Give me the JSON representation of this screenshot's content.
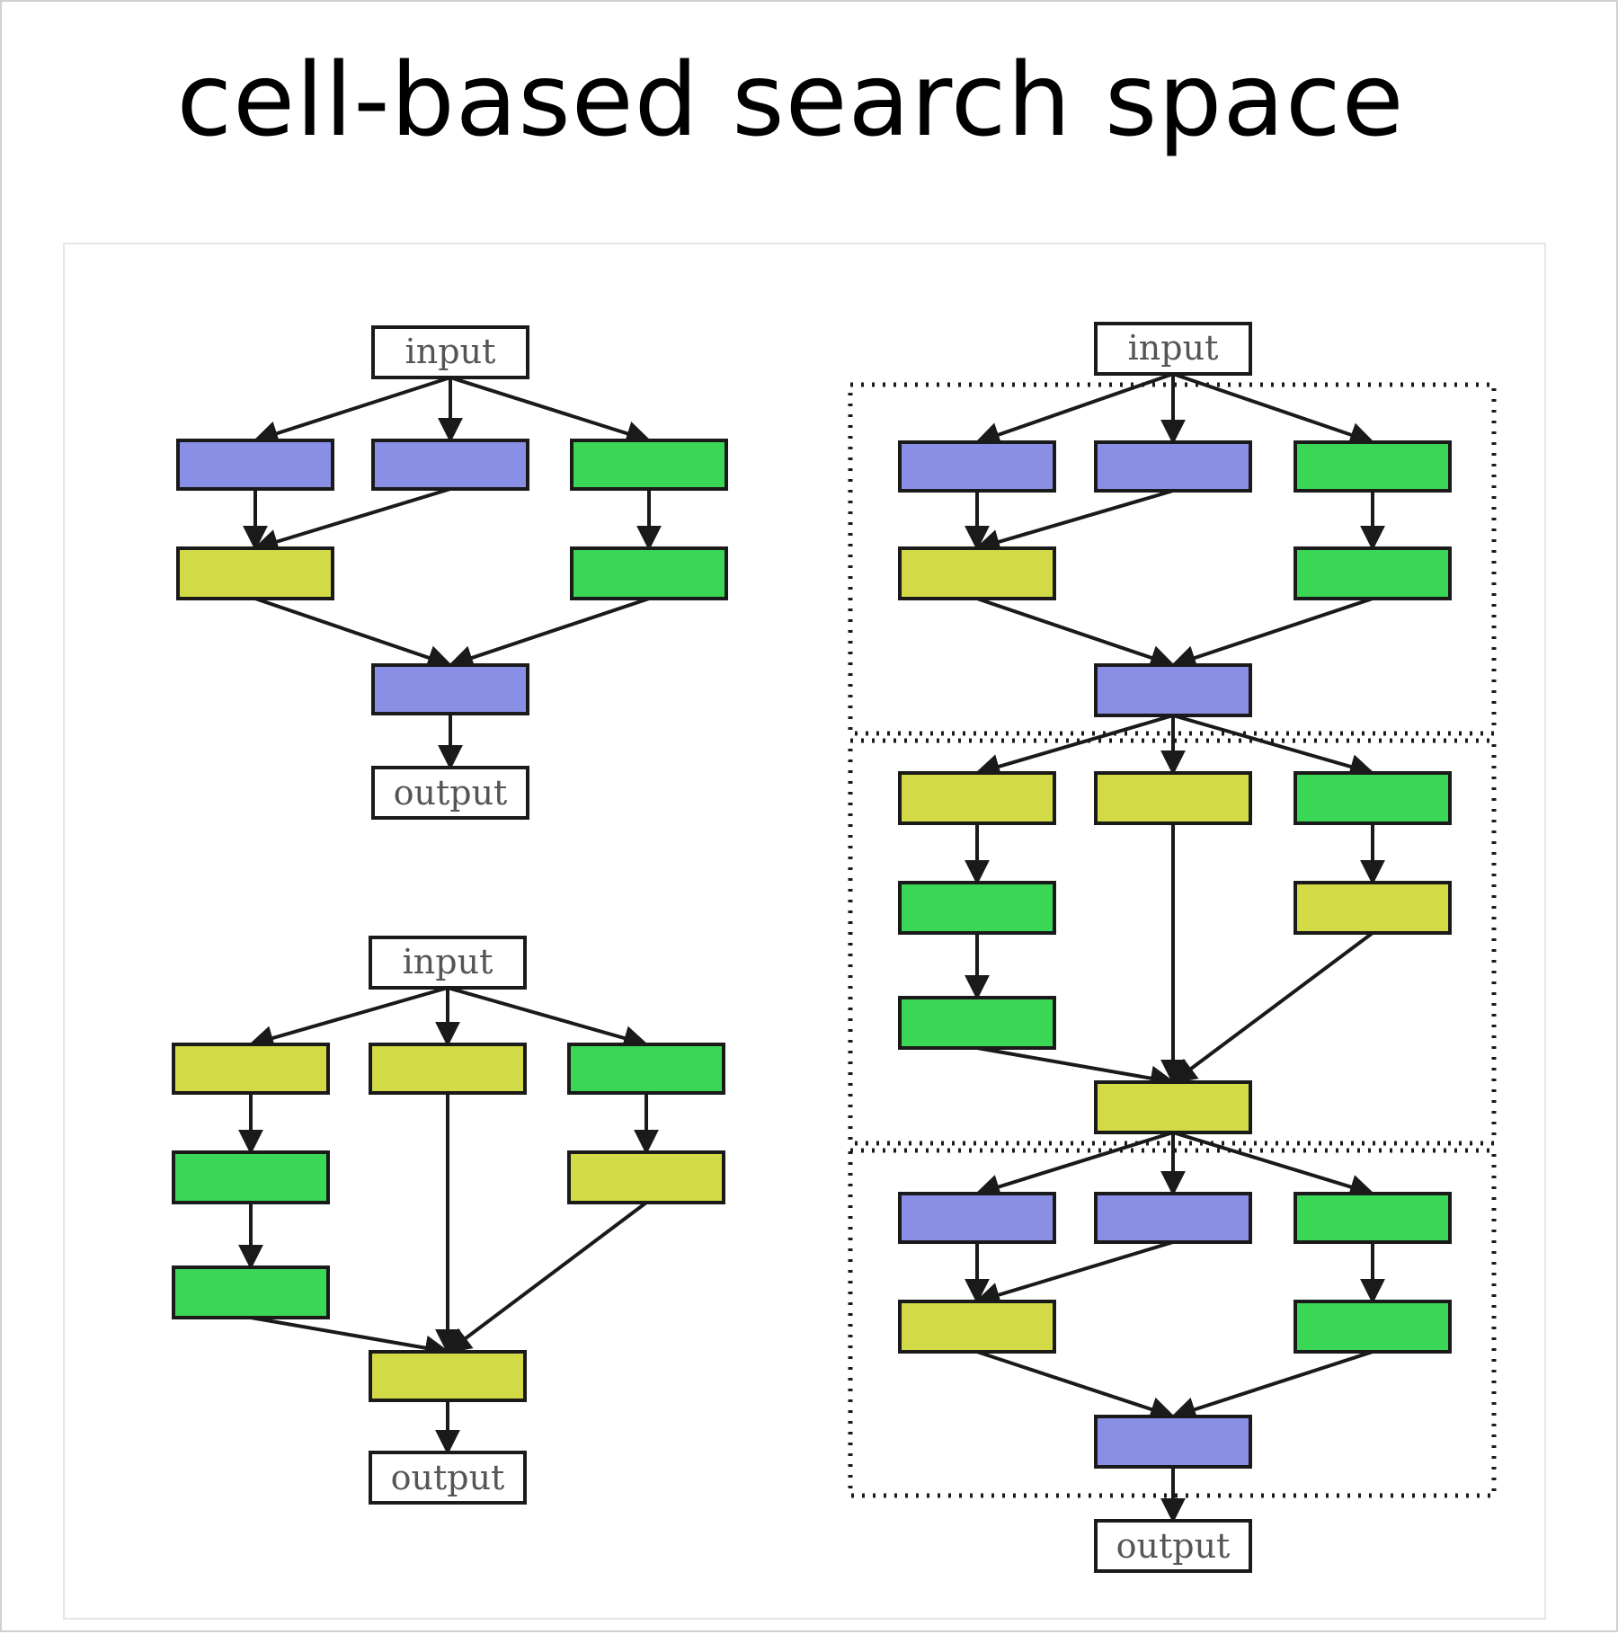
{
  "title": "cell-based search space",
  "labels": {
    "input": "input",
    "output": "output"
  },
  "colors": {
    "blue": "#8a8fe6",
    "green": "#3ad656",
    "yellow": "#d2da45",
    "stroke": "#1a1a1a",
    "io_fill": "#ffffff"
  }
}
